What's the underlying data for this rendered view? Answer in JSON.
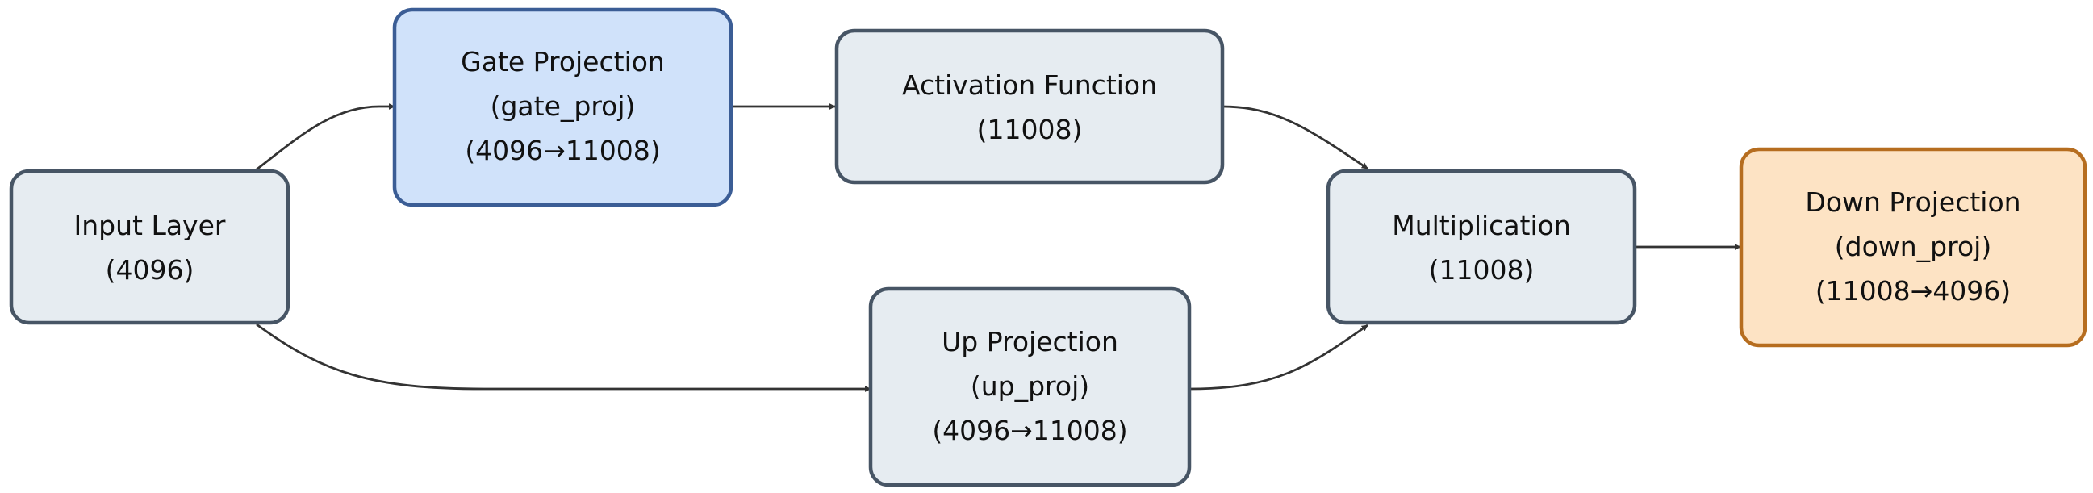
{
  "colors": {
    "default_fill": "#e6ecf1",
    "default_stroke": "#475565",
    "gate_fill": "#d0e2fa",
    "gate_stroke": "#3b5d95",
    "down_fill": "#fde3c4",
    "down_stroke": "#b66d1f",
    "edge": "#333333"
  },
  "nodes": {
    "input_layer": {
      "lines": [
        "Input Layer",
        "(4096)"
      ]
    },
    "gate_projection": {
      "lines": [
        "Gate Projection",
        "(gate_proj)",
        "(4096→11008)"
      ]
    },
    "activation_function": {
      "lines": [
        "Activation Function",
        "(11008)"
      ]
    },
    "up_projection": {
      "lines": [
        "Up Projection",
        "(up_proj)",
        "(4096→11008)"
      ]
    },
    "multiplication": {
      "lines": [
        "Multiplication",
        "(11008)"
      ]
    },
    "down_projection": {
      "lines": [
        "Down Projection",
        "(down_proj)",
        "(11008→4096)"
      ]
    }
  },
  "edges": [
    {
      "from": "input_layer",
      "to": "gate_projection"
    },
    {
      "from": "input_layer",
      "to": "up_projection"
    },
    {
      "from": "gate_projection",
      "to": "activation_function"
    },
    {
      "from": "activation_function",
      "to": "multiplication"
    },
    {
      "from": "up_projection",
      "to": "multiplication"
    },
    {
      "from": "multiplication",
      "to": "down_projection"
    }
  ]
}
